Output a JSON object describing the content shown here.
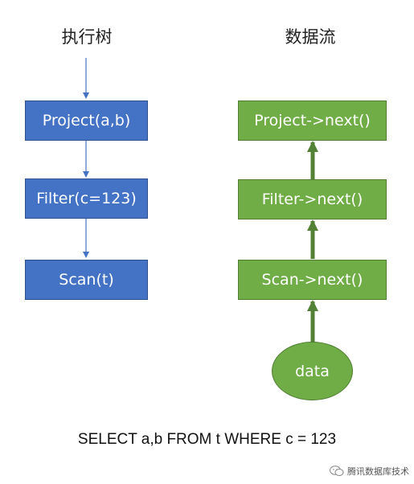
{
  "columns": {
    "left_title": "执行树",
    "right_title": "数据流"
  },
  "execution_tree": {
    "project": "Project(a,b)",
    "filter": "Filter(c=123)",
    "scan": "Scan(t)"
  },
  "data_flow": {
    "project": "Project->next()",
    "filter": "Filter->next()",
    "scan": "Scan->next()",
    "source": "data"
  },
  "query": "SELECT a,b FROM t WHERE c = 123",
  "watermark": {
    "text": "腾讯数据库技术",
    "icon": "wechat-icon"
  },
  "colors": {
    "tree_node": "#4472c4",
    "flow_node": "#70ad47",
    "tree_connector": "#4472c4",
    "flow_arrow": "#538135"
  }
}
